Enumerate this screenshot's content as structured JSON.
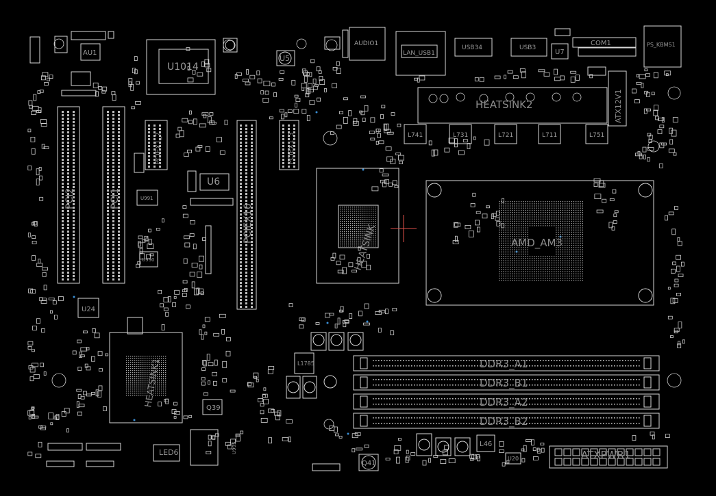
{
  "title": "",
  "background": "#000000",
  "colors": {
    "outline": "#d8d8d8",
    "label": "#9a9a9a",
    "crosshair": "#e0504a",
    "via": "#3a8fd6"
  },
  "labels": {
    "au1": "AU1",
    "u1014": "U1014",
    "u5": "U5",
    "audio1": "AUDIO1",
    "lan_usb": "LAN_USB1",
    "usb3": "USB34",
    "usb3b": "USB3",
    "u7": "U7",
    "com1": "COM1",
    "ps_kbms": "PS_KBMS1",
    "heatsink2": "HEATSINK2",
    "atx12v": "ATX12V1",
    "l741": "L741",
    "l731": "L731",
    "l721": "L721",
    "l711": "L711",
    "l751": "L751",
    "pci2": "PCI2",
    "pci1": "PCI1",
    "pciex1_2": "PCIEX1_2",
    "pciex1_3": "PCIEX1_3",
    "u6": "U6",
    "pciex16": "PCIEX16",
    "heatsink_mid": "HEATSINK",
    "amd_am3": "AMD_AM3",
    "u24": "U24",
    "heatsink1": "HEATSINK1",
    "l1785": "L1785",
    "q39": "Q39",
    "led6": "LED6",
    "ddr3_a1": "DDR3_A1",
    "ddr3_b1": "DDR3_B1",
    "ddr3_a2": "DDR3_A2",
    "ddr3_b2": "DDR3_B2",
    "l46": "L46",
    "q41": "Q41",
    "u20": "U20",
    "atxpwr1": "ATXPWR1",
    "u990": "U990",
    "u991": "U991",
    "u995": "U995"
  }
}
